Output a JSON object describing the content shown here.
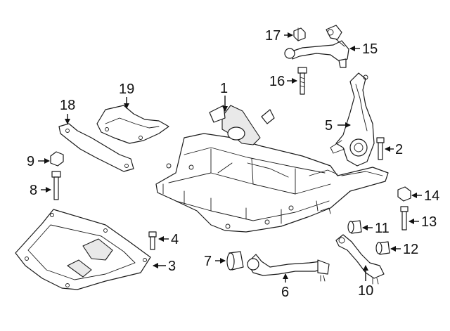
{
  "callouts": {
    "c1": "1",
    "c2": "2",
    "c3": "3",
    "c4": "4",
    "c5": "5",
    "c6": "6",
    "c7": "7",
    "c8": "8",
    "c9": "9",
    "c10": "10",
    "c11": "11",
    "c12": "12",
    "c13": "13",
    "c14": "14",
    "c15": "15",
    "c16": "16",
    "c17": "17",
    "c18": "18",
    "c19": "19"
  },
  "colors": {
    "line": "#1a1a1a",
    "background": "#ffffff",
    "shade": "#e9e9e9"
  }
}
